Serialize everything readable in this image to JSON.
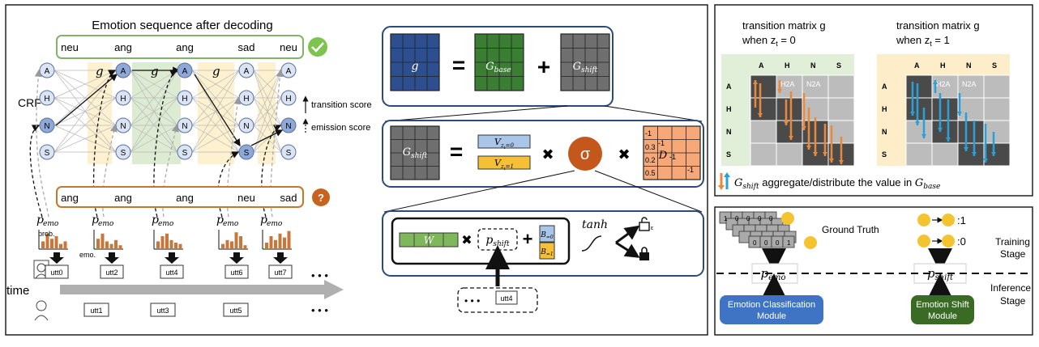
{
  "left": {
    "title": "Emotion sequence after decoding",
    "decoded_sequence": [
      "neu",
      "ang",
      "ang",
      "sad",
      "neu"
    ],
    "check_icon": "check-circle-icon",
    "state_labels": [
      "A",
      "H",
      "N",
      "S"
    ],
    "g_label": "g",
    "crf_label": "CRF",
    "transition_score_label": "transition score",
    "emission_score_label": "emission score",
    "predicted_sequence": [
      "ang",
      "ang",
      "ang",
      "neu",
      "sad"
    ],
    "question_icon": "question-circle-icon",
    "p_emo_label": "p",
    "p_emo_sub": "emo",
    "prob_label": "prob.",
    "emo_label": "emo.",
    "speaker1_utts": [
      "utt0",
      "utt2",
      "utt4",
      "utt6",
      "utt7"
    ],
    "speaker2_utts": [
      "utt1",
      "utt3",
      "utt5"
    ],
    "time_label": "time",
    "ellipsis": "• • •",
    "colors": {
      "green": "#82b366",
      "orange": "#c8762b",
      "node_fill": "#dae4f4",
      "node_active": "#8ea9d8",
      "yellow_band": "#fdf1cf",
      "green_band": "#dcebd2",
      "bar": "#c8763a"
    }
  },
  "middle": {
    "g_label": "g",
    "equals": "=",
    "plus": "+",
    "times": "✖",
    "g_base_main": "G",
    "g_base_sub": "base",
    "g_shift_main": "G",
    "g_shift_sub": "shift",
    "v0_main": "V",
    "v0_sub": "z",
    "v0_subsub": "t",
    "v0_val": "=0",
    "v1_main": "V",
    "v1_sub": "z",
    "v1_subsub": "t",
    "v1_val": "=1",
    "sigma": "σ",
    "d_label": "D",
    "d_values": [
      "-1",
      "0.3",
      "0.2",
      "0.5",
      "-1",
      "-1",
      "-1"
    ],
    "w_label": "W",
    "p_shift_main": "p",
    "p_shift_sub": "shift",
    "b0_main": "B",
    "b0_val": "=0",
    "b1_main": "B",
    "b1_val": "=1",
    "tanh": "tanh",
    "utt_label": "utt4",
    "ellipsis": "• • •",
    "colors": {
      "blue": "#2e4f8f",
      "green": "#3a7e34",
      "gray": "#6f6f6f",
      "v0": "#a9c6e8",
      "v1": "#f5c035",
      "orange": "#f6a878",
      "sigma": "#c4571c",
      "b0": "#a9c6e8",
      "b1": "#f5c035"
    }
  },
  "right_top": {
    "matrix_titles": [
      {
        "line1": "transition matrix g",
        "line2": "when z",
        "sub": "t",
        "eq": "= 0"
      },
      {
        "line1": "transition matrix g",
        "line2": "when z",
        "sub": "t",
        "eq": "= 1"
      }
    ],
    "headers": [
      "A",
      "H",
      "N",
      "S"
    ],
    "cell_labels": [
      "H2A",
      "N2A"
    ],
    "legend_text_pre": "G",
    "legend_text_sub": "shift",
    "legend_text_mid": " aggregate/distribute the value in ",
    "legend_text_post": "G",
    "legend_text_post_sub": "base",
    "arrow_icon": "up-down-arrows-icon",
    "colors": {
      "header_green": "#e1efd8",
      "header_yellow": "#fdeec9",
      "dark": "#4a4a4a",
      "light": "#bcbcbc",
      "orange_arrow": "#e8893c",
      "blue_arrow": "#2aa0d8"
    }
  },
  "right_bottom": {
    "ground_truth": "Ground Truth",
    "vec1": [
      "1",
      "0",
      "0",
      "0",
      "0"
    ],
    "vec2": [
      "0",
      "0",
      "0",
      "1"
    ],
    "shift_1": ":1",
    "shift_0": ":0",
    "training_stage": [
      "Training",
      "Stage"
    ],
    "inference_stage": [
      "Inference",
      "Stage"
    ],
    "p_emo_main": "p",
    "p_emo_sub": "emo",
    "p_shift_main": "p",
    "p_shift_sub": "shift",
    "emotion_classification_module": [
      "Emotion Classification",
      "Module"
    ],
    "emotion_shift_module": [
      "Emotion Shift",
      "Module"
    ],
    "colors": {
      "blue_module": "#3f74c4",
      "green_module": "#3a6b24",
      "emoji": "#f4c430"
    }
  }
}
